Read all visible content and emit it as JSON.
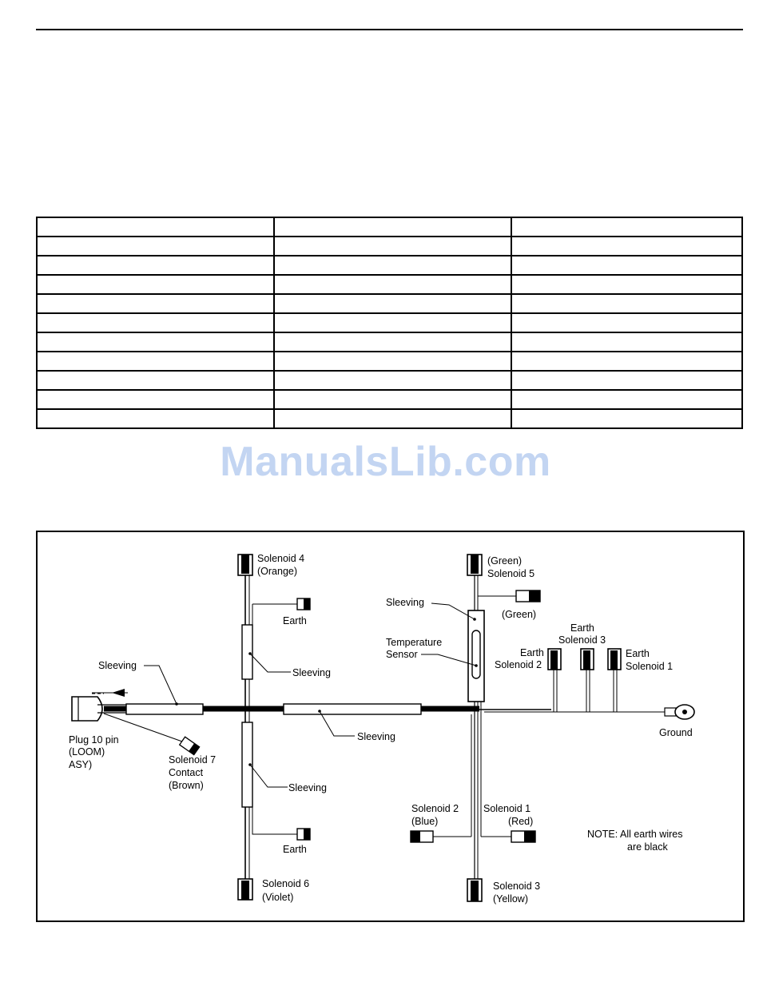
{
  "watermark": "ManualsLib.com",
  "table": {
    "rows": 11,
    "cols": 3
  },
  "diagram": {
    "labels": {
      "solenoid4": "Solenoid 4",
      "orange": "(Orange)",
      "earth_top": "Earth",
      "sleeving_upper": "Sleeving",
      "sleeving_left": "Sleeving",
      "plug_line1": "Plug 10 pin",
      "plug_line2": "(LOOM)",
      "plug_line3": "ASY)",
      "solenoid7": "Solenoid 7",
      "contact": "Contact",
      "brown": "(Brown)",
      "sleeving_lower": "Sleeving",
      "earth_bottom": "Earth",
      "solenoid6": "Solenoid 6",
      "violet": "(Violet)",
      "sleeving_center": "Sleeving",
      "green_top": "(Green)",
      "solenoid5": "Solenoid 5",
      "sleeving_sensor": "Sleeving",
      "green_earth": "(Green)",
      "temperature": "Temperature",
      "sensor": "Sensor",
      "earth_sol3": "Earth",
      "sol3_earth_label": "Solenoid 3",
      "earth_sol2": "Earth",
      "sol2_earth_label": "Solenoid 2",
      "earth_sol1": "Earth",
      "sol1_earth_label": "Solenoid 1",
      "ground": "Ground",
      "solenoid2": "Solenoid 2",
      "blue": "(Blue)",
      "solenoid1": "Solenoid 1",
      "red": "(Red)",
      "note_line1": "NOTE:  All earth wires",
      "note_line2": "are black",
      "solenoid3": "Solenoid 3",
      "yellow": "(Yellow)"
    }
  }
}
